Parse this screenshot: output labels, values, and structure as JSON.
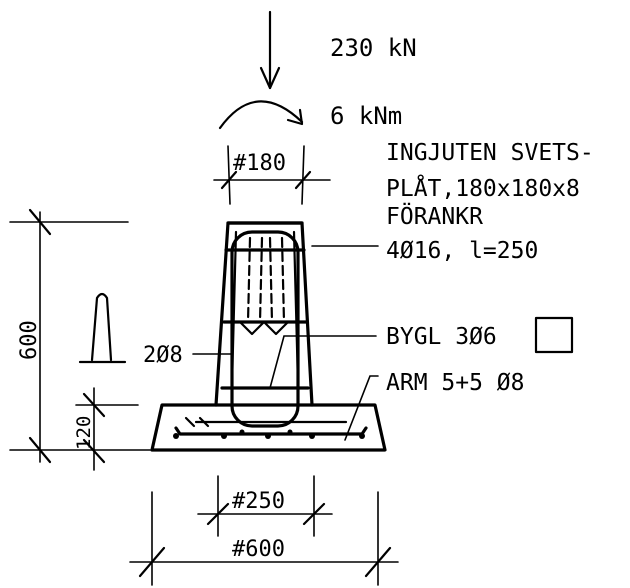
{
  "loads": {
    "axial": "230 kN",
    "moment": "6 kNm"
  },
  "dimensions": {
    "top_width": "#180",
    "height": "600",
    "base_thickness": "120",
    "inner_width": "#250",
    "footing_width": "#600"
  },
  "annotations": {
    "plate_line1": "INGJUTEN SVETS-",
    "plate_line2": "PLÅT,180x180x8",
    "plate_line3": "FÖRANKR",
    "plate_line4": "4Ø16, l=250",
    "side_bars": "2Ø8",
    "stirrups": "BYGL 3Ø6",
    "base_reinf": "ARM 5+5 Ø8"
  },
  "icons": {
    "load_arrow": "down-arrow-icon",
    "moment_arrow": "clockwise-arc-arrow-icon",
    "mini_section": "column-section-symbol-icon",
    "stirrup_box": "square-symbol-icon"
  }
}
